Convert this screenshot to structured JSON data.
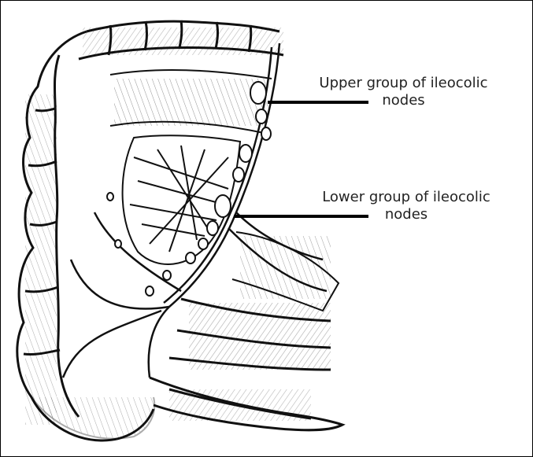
{
  "labels": {
    "upper": {
      "line1": "Upper group of ileocolic",
      "line2": "nodes"
    },
    "lower": {
      "line1": "Lower group of ileocolic",
      "line2": "nodes"
    }
  },
  "colors": {
    "ink": "#111111",
    "background": "#ffffff"
  }
}
